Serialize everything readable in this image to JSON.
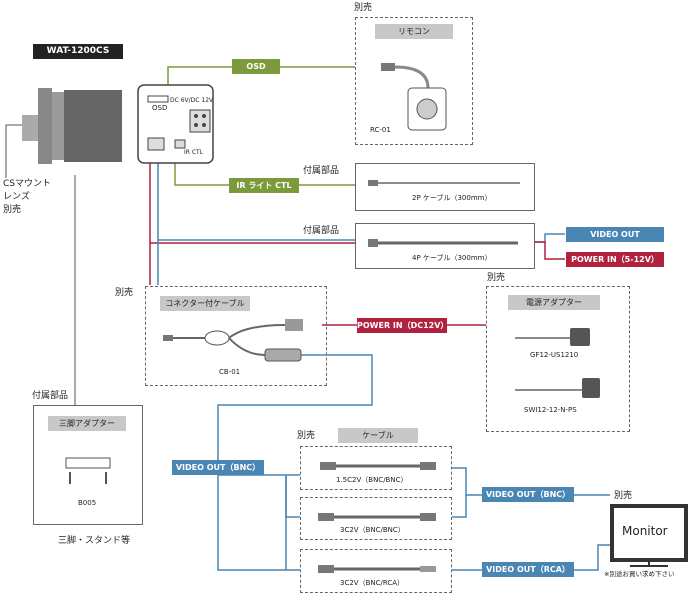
{
  "model": "WAT-1200CS",
  "lens": {
    "line1": "CSマウント",
    "line2": "レンズ",
    "line3": "別売"
  },
  "camera_panel": {
    "osd_label": "OSD",
    "dc_label": "DC 6V/DC 12V",
    "ir_label": "IR CTL"
  },
  "remote": {
    "sold_separately": "別売",
    "title": "リモコン",
    "model": "RC-01"
  },
  "osd_tag": "OSD",
  "ir_tag": "IR ライト CTL",
  "accessory_2p": {
    "heading": "付属部品",
    "caption": "2P ケーブル（300mm）"
  },
  "accessory_4p": {
    "heading": "付属部品",
    "caption": "4P ケーブル（300mm）"
  },
  "video_out_tag": "VIDEO OUT",
  "power_in_tag": "POWER IN（5-12V）",
  "connector_cable": {
    "sold_separately": "別売",
    "title": "コネクター付ケーブル",
    "model": "CB-01"
  },
  "power_in_dc12": "POWER IN（DC12V）",
  "adapter": {
    "sold_separately": "別売",
    "title": "電源アダプター",
    "model1": "GF12-US1210",
    "model2": "SWI12-12-N-PS"
  },
  "tripod": {
    "heading": "付属部品",
    "title": "三脚アダプター",
    "model": "B005",
    "caption": "三脚・スタンド等"
  },
  "video_out_bnc_left": "VIDEO OUT（BNC）",
  "cables": {
    "sold_separately": "別売",
    "title": "ケーブル",
    "c1": "1.5C2V（BNC/BNC）",
    "c2": "3C2V（BNC/BNC）",
    "c3": "3C2V（BNC/RCA）"
  },
  "video_out_bnc_right": "VIDEO OUT（BNC）",
  "video_out_rca": "VIDEO OUT（RCA）",
  "monitor": {
    "sold_separately": "別売",
    "label": "Monitor",
    "note": "※別途お買い求め下さい"
  }
}
